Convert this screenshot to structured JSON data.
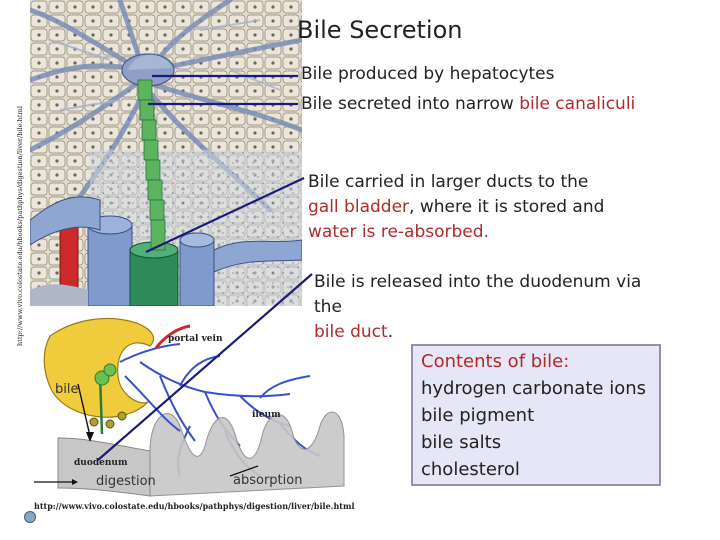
{
  "title": "Bile Secretion",
  "notes": {
    "n1": "Bile produced by hepatocytes",
    "n2a": "Bile secreted into narrow ",
    "n2b": "bile canaliculi",
    "n3a": "Bile carried in larger ducts to the",
    "n3b": "gall bladder",
    "n3c": ", where it is stored and",
    "n3d": "water is re-absorbed.",
    "n4a": "Bile is released into the duodenum via the",
    "n4b": "bile duct",
    "n4c": "."
  },
  "contents": {
    "title": "Contents of bile:",
    "items": [
      "hydrogen carbonate ions",
      "bile pigment",
      "bile salts",
      "cholesterol"
    ]
  },
  "diagram_labels": {
    "portal_vein": "portal vein",
    "bile": "bile",
    "ileum": "ileum",
    "duodenum": "duodenum",
    "digestion": "digestion",
    "absorption": "absorption"
  },
  "source_url_side": "http://www.vivo.colostate.edu/hbooks/pathphys/digestion/liver/bile.html",
  "source_url": "http://www.vivo.colostate.edu/hbooks/pathphys/digestion/liver/bile.html",
  "colors": {
    "accent_red": "#b02a2a",
    "connector_navy": "#1a1a7a",
    "box_fill": "#e6e6f6",
    "box_border": "#9090b6"
  }
}
